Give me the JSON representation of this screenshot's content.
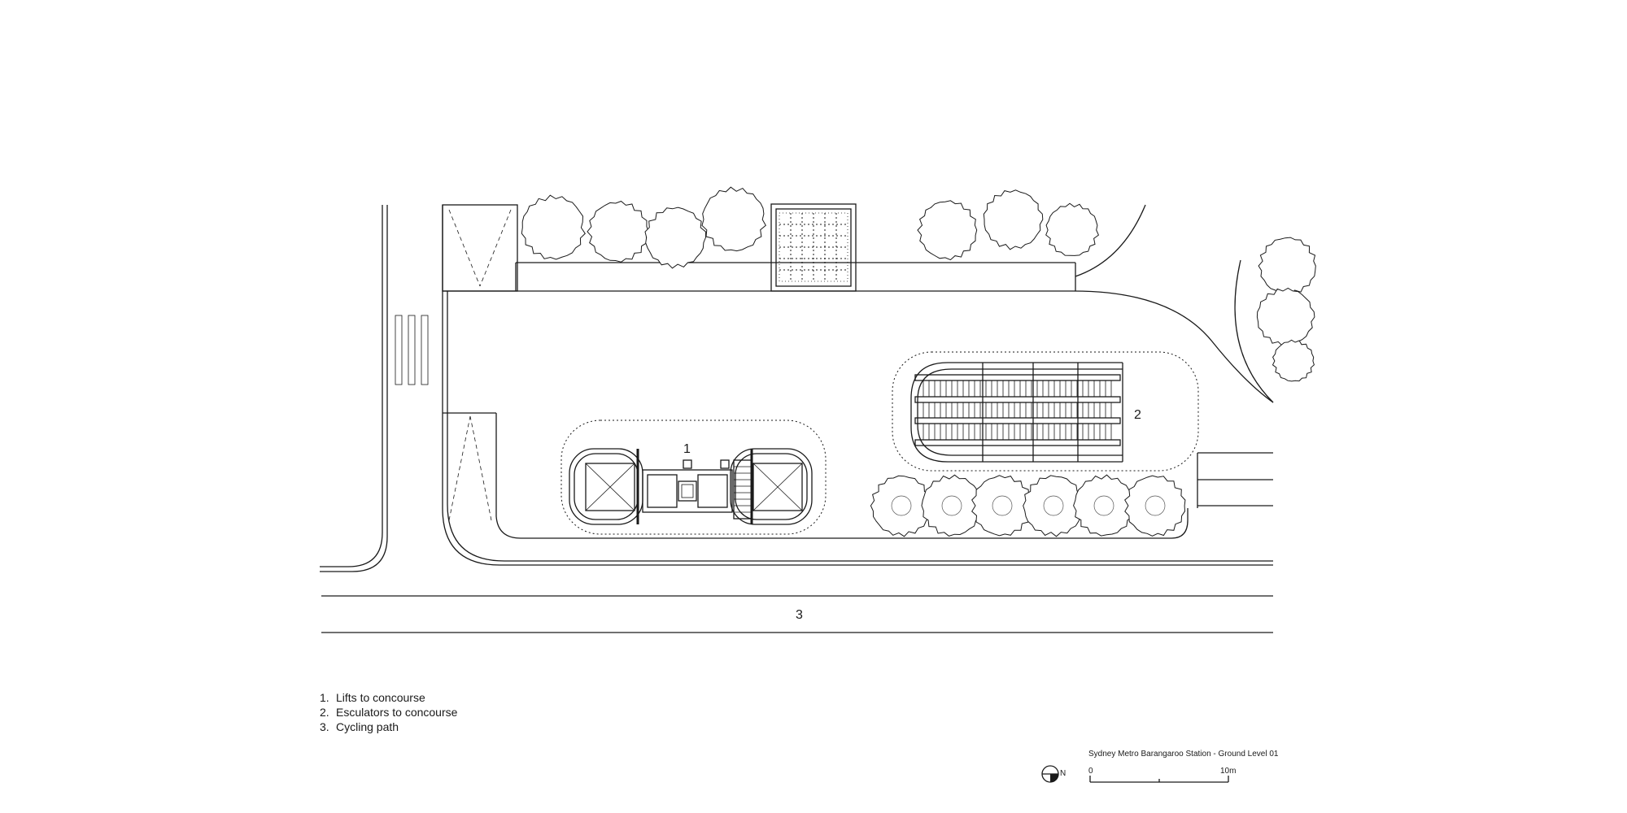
{
  "plan": {
    "labels": {
      "lifts": "1",
      "escalators": "2",
      "cycling": "3"
    }
  },
  "legend": {
    "items": [
      {
        "num": "1.",
        "text": "Lifts to concourse"
      },
      {
        "num": "2.",
        "text": "Esculators to concourse"
      },
      {
        "num": "3.",
        "text": "Cycling path"
      }
    ]
  },
  "title_block": {
    "title": "Sydney Metro Barangaroo Station -  Ground Level 01",
    "scale_start": "0",
    "scale_end": "10m",
    "north": "N"
  },
  "icons": {
    "north_arrow": "north-arrow-icon",
    "trees": "tree-icon"
  },
  "colors": {
    "line": "#1a1a1a",
    "background": "#ffffff"
  }
}
